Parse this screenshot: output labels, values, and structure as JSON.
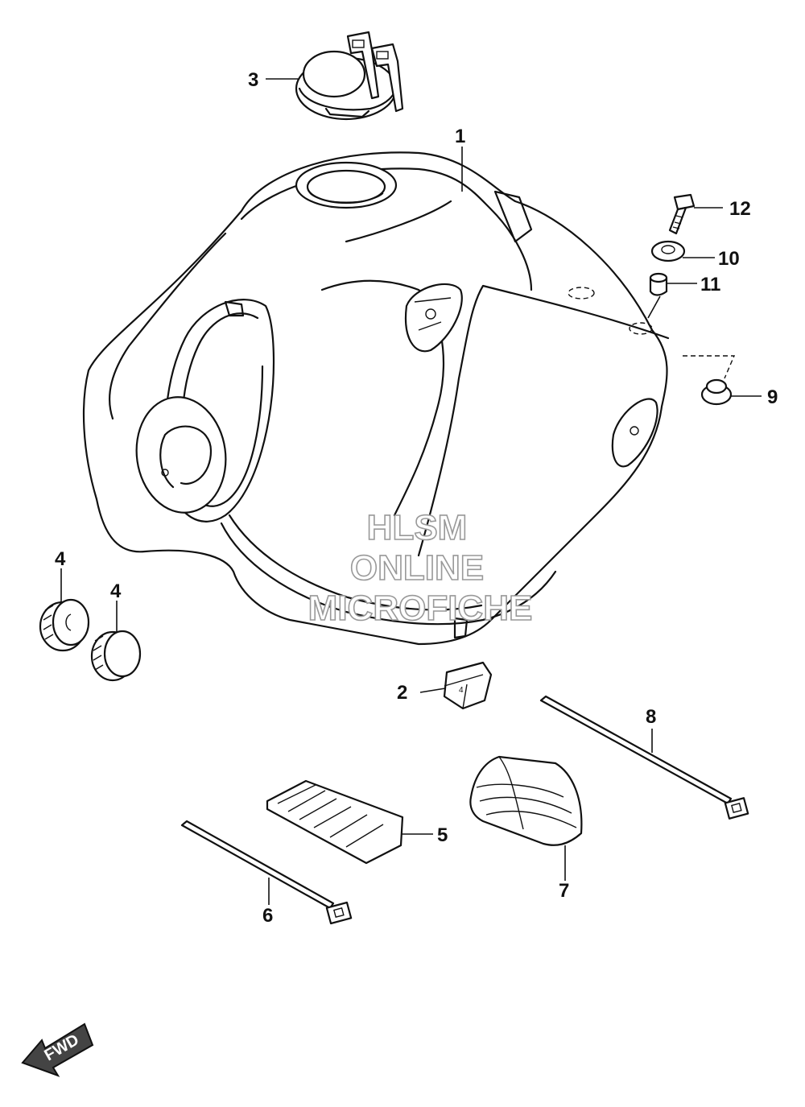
{
  "callouts": {
    "c1": "1",
    "c2": "2",
    "c3": "3",
    "c4a": "4",
    "c4b": "4",
    "c5": "5",
    "c6": "6",
    "c7": "7",
    "c8": "8",
    "c9": "9",
    "c10": "10",
    "c11": "11",
    "c12": "12"
  },
  "watermark": {
    "line1": "HLSM",
    "line2": "ONLINE",
    "line3": "MICROFICHE"
  },
  "fwd_label": "FWD",
  "colors": {
    "line": "#111111",
    "watermark_outline": "#999999",
    "fwd_arrow": "#444444"
  }
}
